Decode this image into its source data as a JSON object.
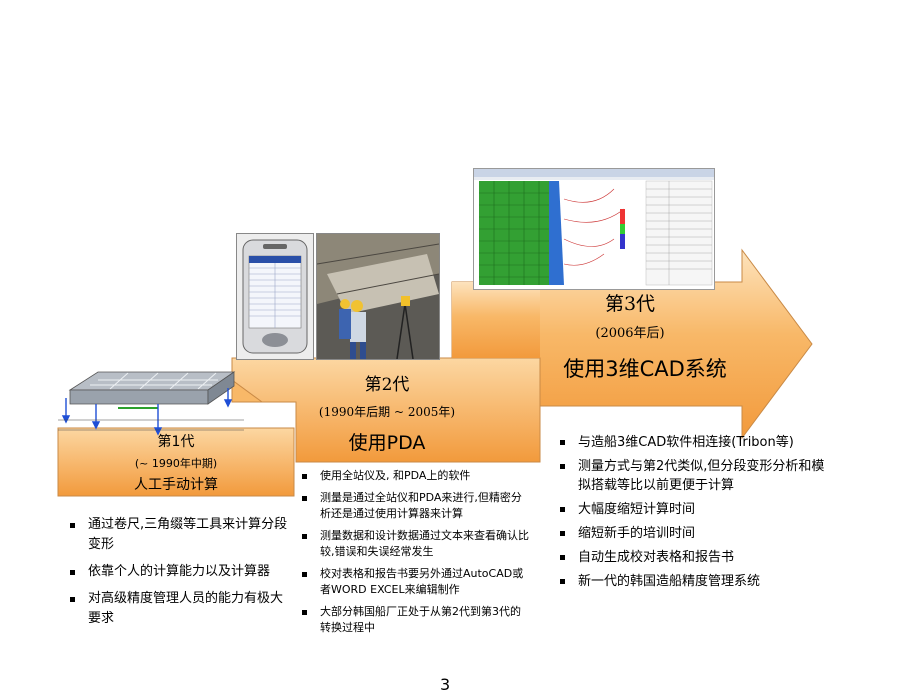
{
  "colors": {
    "arrow_fill_top": "#fbd7a6",
    "arrow_fill_bottom": "#f5a24a",
    "arrow_stroke": "#c0712a",
    "cad_green": "#33a033"
  },
  "gen1": {
    "title": "第1代",
    "period": "(~ 1990年中期)",
    "method": "人工手动计算",
    "bullets": [
      "通过卷尺,三角缀等工具来计算分段变形",
      "依靠个人的计算能力以及计算器",
      "对高级精度管理人员的能力有极大要求"
    ]
  },
  "gen2": {
    "title": "第2代",
    "period": "(1990年后期 ~ 2005年)",
    "method": "使用PDA",
    "bullets": [
      "使用全站仪及, 和PDA上的软件",
      "测量是通过全站仪和PDA来进行,但精密分析还是通过使用计算器来计算",
      "测量数据和设计数据通过文本来查看确认比较,错误和失误经常发生",
      "校对表格和报告书要另外通过AutoCAD或者WORD EXCEL来编辑制作",
      "大部分韩国船厂正处于从第2代到第3代的转换过程中"
    ]
  },
  "gen3": {
    "title": "第3代",
    "period": "(2006年后)",
    "method": "使用3维CAD系统",
    "bullets": [
      "与造船3维CAD软件相连接(Tribon等)",
      "测量方式与第2代类似,但分段变形分析和模拟搭载等比以前更便于计算",
      "大幅度缩短计算时间",
      "缩短新手的培训时间",
      "自动生成校对表格和报告书",
      "新一代的韩国造船精度管理系统"
    ]
  },
  "page_number": "3"
}
